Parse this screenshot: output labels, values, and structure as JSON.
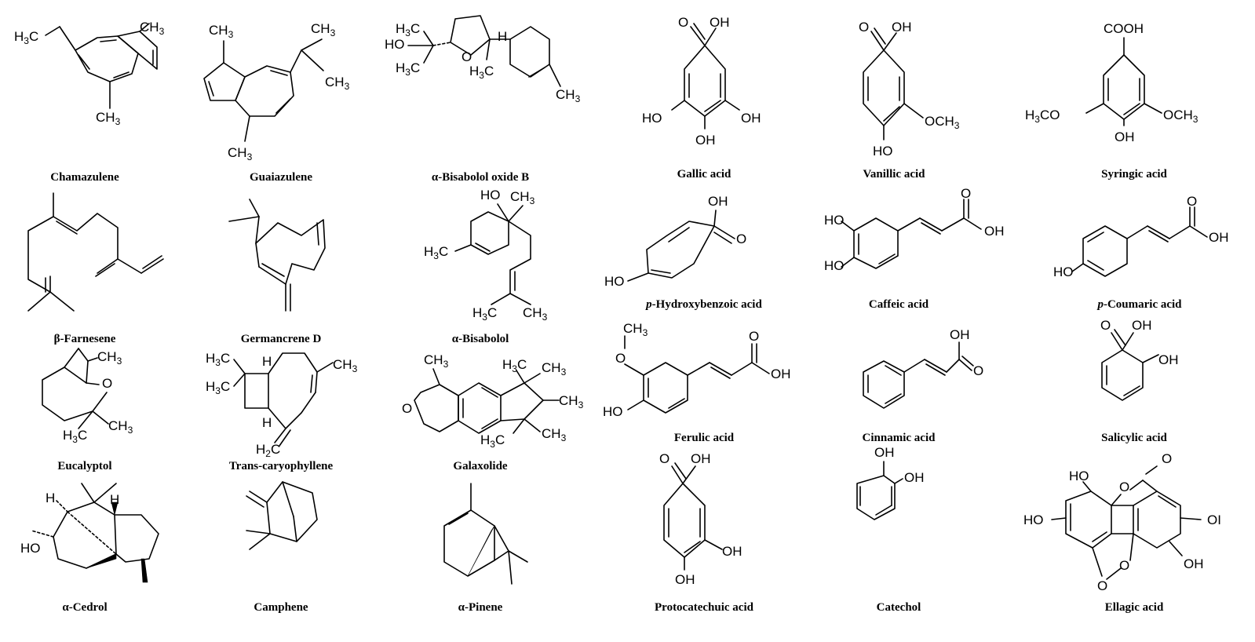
{
  "compounds": {
    "chamazulene": "Chamazulene",
    "guaiazulene": "Guaiazulene",
    "bisabolol_oxide_b": "α-Bisabolol oxide B",
    "gallic": "Gallic acid",
    "vanillic": "Vanillic acid",
    "syringic": "Syringic acid",
    "farnesene": "β-Farnesene",
    "germacrene": "Germancrene D",
    "bisabolol": "α-Bisabolol",
    "hydroxybenzoic_prefix": "p",
    "hydroxybenzoic": "-Hydroxybenzoic acid",
    "caffeic": "Caffeic acid",
    "coumaric_prefix": "p",
    "coumaric": "-Coumaric acid",
    "eucalyptol": "Eucalyptol",
    "caryophyllene": "Trans-caryophyllene",
    "galaxolide": "Galaxolide",
    "ferulic": "Ferulic acid",
    "cinnamic": "Cinnamic acid",
    "salicylic": "Salicylic acid",
    "cedrol": "α-Cedrol",
    "camphene": "Camphene",
    "pinene": "α-Pinene",
    "protocatechuic": "Protocatechuic acid",
    "catechol": "Catechol",
    "ellagic": "Ellagic acid"
  },
  "atoms": {
    "H": "H",
    "C": "C",
    "O": "O",
    "HO": "HO",
    "OH": "OH",
    "CH": "CH",
    "sub3": "3",
    "sub2": "2",
    "OCH": "OCH",
    "COOH": "COOH",
    "Oh_cut": "OI"
  }
}
